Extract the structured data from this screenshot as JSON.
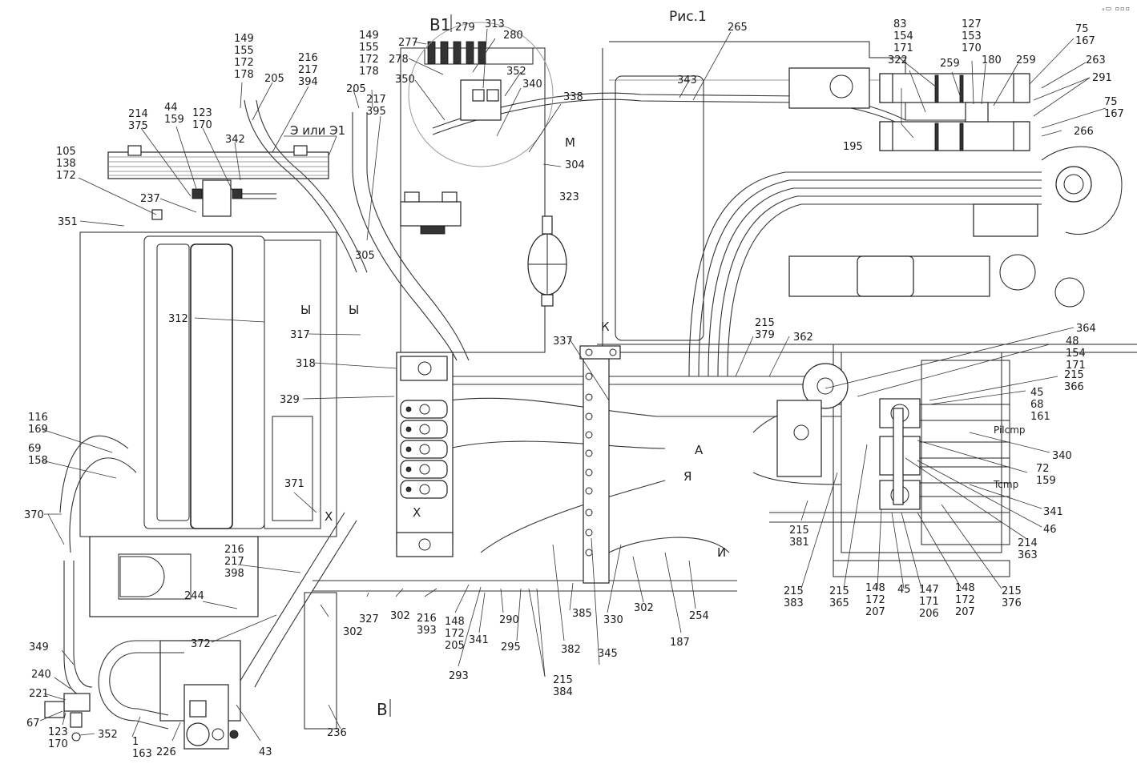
{
  "figure": {
    "title": "Рис.1",
    "view_labels": [
      "В1",
      "В"
    ],
    "section_letters": [
      "М",
      "К",
      "А",
      "Я",
      "И",
      "Э или Э1",
      "Ы",
      "Ы",
      "Х",
      "Х"
    ],
    "port_labels": {
      "pilot": "Pilcmp",
      "tank": "Tcmp"
    },
    "corner_mark": "ₒ▭ ▫▫▫"
  },
  "callouts": [
    {
      "id": "c-149a",
      "lines": [
        "149",
        "155",
        "172",
        "178"
      ]
    },
    {
      "id": "c-205a",
      "lines": [
        "205"
      ]
    },
    {
      "id": "c-216a",
      "lines": [
        "216",
        "217",
        "394"
      ]
    },
    {
      "id": "c-214a",
      "lines": [
        "214",
        "375"
      ]
    },
    {
      "id": "c-44",
      "lines": [
        "44",
        "159"
      ]
    },
    {
      "id": "c-123a",
      "lines": [
        "123",
        "170"
      ]
    },
    {
      "id": "c-342",
      "lines": [
        "342"
      ]
    },
    {
      "id": "c-105",
      "lines": [
        "105",
        "138",
        "172"
      ]
    },
    {
      "id": "c-237",
      "lines": [
        "237"
      ]
    },
    {
      "id": "c-351",
      "lines": [
        "351"
      ]
    },
    {
      "id": "c-149b",
      "lines": [
        "149",
        "155",
        "172",
        "178"
      ]
    },
    {
      "id": "c-205b",
      "lines": [
        "205"
      ]
    },
    {
      "id": "c-217",
      "lines": [
        "217",
        "395"
      ]
    },
    {
      "id": "c-277",
      "lines": [
        "277"
      ]
    },
    {
      "id": "c-278",
      "lines": [
        "278"
      ]
    },
    {
      "id": "c-279",
      "lines": [
        "279"
      ]
    },
    {
      "id": "c-313",
      "lines": [
        "313"
      ]
    },
    {
      "id": "c-280",
      "lines": [
        "280"
      ]
    },
    {
      "id": "c-350",
      "lines": [
        "350"
      ]
    },
    {
      "id": "c-352a",
      "lines": [
        "352"
      ]
    },
    {
      "id": "c-340a",
      "lines": [
        "340"
      ]
    },
    {
      "id": "c-338",
      "lines": [
        "338"
      ]
    },
    {
      "id": "c-304",
      "lines": [
        "304"
      ]
    },
    {
      "id": "c-343",
      "lines": [
        "343"
      ]
    },
    {
      "id": "c-265",
      "lines": [
        "265"
      ]
    },
    {
      "id": "c-323",
      "lines": [
        "323"
      ]
    },
    {
      "id": "c-305",
      "lines": [
        "305"
      ]
    },
    {
      "id": "c-83",
      "lines": [
        "83",
        "154",
        "171"
      ]
    },
    {
      "id": "c-127",
      "lines": [
        "127",
        "153",
        "170"
      ]
    },
    {
      "id": "c-322",
      "lines": [
        "322"
      ]
    },
    {
      "id": "c-259a",
      "lines": [
        "259"
      ]
    },
    {
      "id": "c-180",
      "lines": [
        "180"
      ]
    },
    {
      "id": "c-259b",
      "lines": [
        "259"
      ]
    },
    {
      "id": "c-75a",
      "lines": [
        "75",
        "167"
      ]
    },
    {
      "id": "c-263",
      "lines": [
        "263"
      ]
    },
    {
      "id": "c-291",
      "lines": [
        "291"
      ]
    },
    {
      "id": "c-75b",
      "lines": [
        "75",
        "167"
      ]
    },
    {
      "id": "c-266",
      "lines": [
        "266"
      ]
    },
    {
      "id": "c-195",
      "lines": [
        "195"
      ]
    },
    {
      "id": "c-312",
      "lines": [
        "312"
      ]
    },
    {
      "id": "c-317",
      "lines": [
        "317"
      ]
    },
    {
      "id": "c-318",
      "lines": [
        "318"
      ]
    },
    {
      "id": "c-329",
      "lines": [
        "329"
      ]
    },
    {
      "id": "c-116",
      "lines": [
        "116",
        "169"
      ]
    },
    {
      "id": "c-69",
      "lines": [
        "69",
        "158"
      ]
    },
    {
      "id": "c-371",
      "lines": [
        "371"
      ]
    },
    {
      "id": "c-370",
      "lines": [
        "370"
      ]
    },
    {
      "id": "c-337",
      "lines": [
        "337"
      ]
    },
    {
      "id": "c-215a",
      "lines": [
        "215",
        "379"
      ]
    },
    {
      "id": "c-362",
      "lines": [
        "362"
      ]
    },
    {
      "id": "c-364",
      "lines": [
        "364"
      ]
    },
    {
      "id": "c-48",
      "lines": [
        "48",
        "154",
        "171"
      ]
    },
    {
      "id": "c-215b",
      "lines": [
        "215",
        "366"
      ]
    },
    {
      "id": "c-45a",
      "lines": [
        "45",
        "68",
        "161"
      ]
    },
    {
      "id": "c-340b",
      "lines": [
        "340"
      ]
    },
    {
      "id": "c-72",
      "lines": [
        "72",
        "159"
      ]
    },
    {
      "id": "c-341a",
      "lines": [
        "341"
      ]
    },
    {
      "id": "c-46",
      "lines": [
        "46"
      ]
    },
    {
      "id": "c-214b",
      "lines": [
        "214",
        "363"
      ]
    },
    {
      "id": "c-215c",
      "lines": [
        "215",
        "381"
      ]
    },
    {
      "id": "c-215d",
      "lines": [
        "215",
        "383"
      ]
    },
    {
      "id": "c-215e",
      "lines": [
        "215",
        "365"
      ]
    },
    {
      "id": "c-148a",
      "lines": [
        "148",
        "172",
        "207"
      ]
    },
    {
      "id": "c-45b",
      "lines": [
        "45"
      ]
    },
    {
      "id": "c-147",
      "lines": [
        "147",
        "171",
        "206"
      ]
    },
    {
      "id": "c-148b",
      "lines": [
        "148",
        "172",
        "207"
      ]
    },
    {
      "id": "c-215f",
      "lines": [
        "215",
        "376"
      ]
    },
    {
      "id": "c-216b",
      "lines": [
        "216",
        "217",
        "398"
      ]
    },
    {
      "id": "c-244",
      "lines": [
        "244"
      ]
    },
    {
      "id": "c-372",
      "lines": [
        "372"
      ]
    },
    {
      "id": "c-327",
      "lines": [
        "327"
      ]
    },
    {
      "id": "c-302a",
      "lines": [
        "302"
      ]
    },
    {
      "id": "c-302b",
      "lines": [
        "302"
      ]
    },
    {
      "id": "c-216c",
      "lines": [
        "216",
        "393"
      ]
    },
    {
      "id": "c-148c",
      "lines": [
        "148",
        "172",
        "205"
      ]
    },
    {
      "id": "c-293",
      "lines": [
        "293"
      ]
    },
    {
      "id": "c-341b",
      "lines": [
        "341"
      ]
    },
    {
      "id": "c-290",
      "lines": [
        "290"
      ]
    },
    {
      "id": "c-295",
      "lines": [
        "295"
      ]
    },
    {
      "id": "c-215g",
      "lines": [
        "215",
        "384"
      ]
    },
    {
      "id": "c-382",
      "lines": [
        "382"
      ]
    },
    {
      "id": "c-385",
      "lines": [
        "385"
      ]
    },
    {
      "id": "c-345",
      "lines": [
        "345"
      ]
    },
    {
      "id": "c-330",
      "lines": [
        "330"
      ]
    },
    {
      "id": "c-302c",
      "lines": [
        "302"
      ]
    },
    {
      "id": "c-187",
      "lines": [
        "187"
      ]
    },
    {
      "id": "c-254",
      "lines": [
        "254"
      ]
    },
    {
      "id": "c-349",
      "lines": [
        "349"
      ]
    },
    {
      "id": "c-240",
      "lines": [
        "240"
      ]
    },
    {
      "id": "c-221",
      "lines": [
        "221"
      ]
    },
    {
      "id": "c-67",
      "lines": [
        "67"
      ]
    },
    {
      "id": "c-123b",
      "lines": [
        "123",
        "170"
      ]
    },
    {
      "id": "c-352b",
      "lines": [
        "352"
      ]
    },
    {
      "id": "c-1",
      "lines": [
        "1",
        "163"
      ]
    },
    {
      "id": "c-226",
      "lines": [
        "226"
      ]
    },
    {
      "id": "c-43",
      "lines": [
        "43"
      ]
    },
    {
      "id": "c-236",
      "lines": [
        "236"
      ]
    }
  ]
}
